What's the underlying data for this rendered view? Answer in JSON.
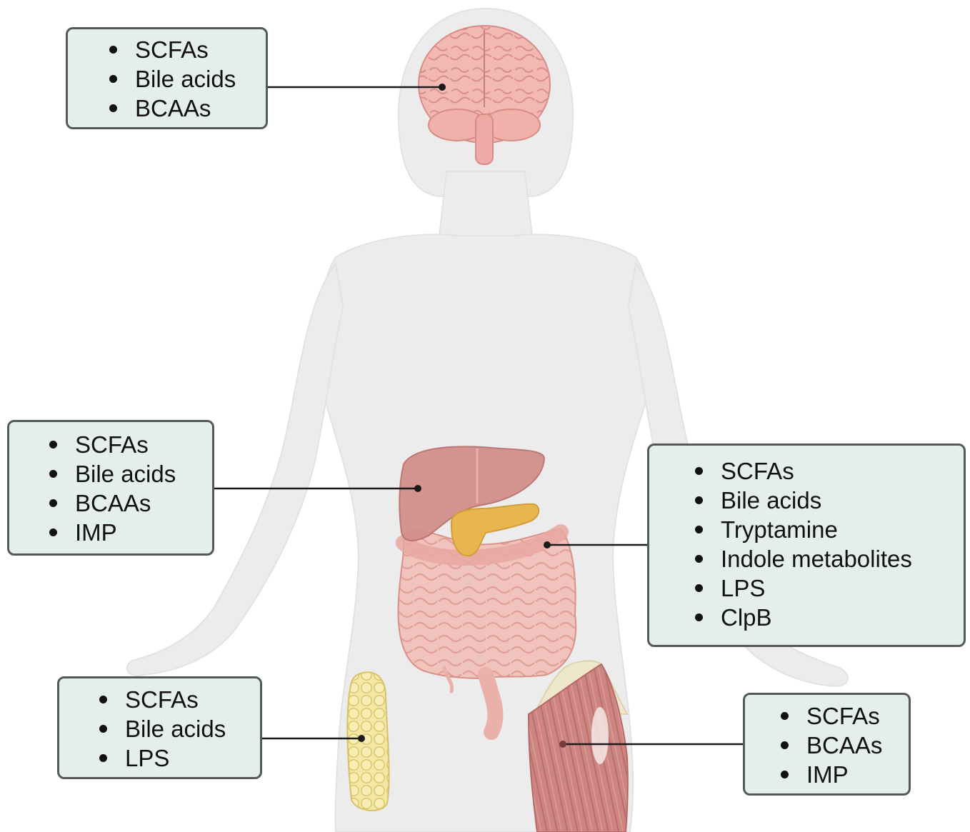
{
  "figure": {
    "colors": {
      "body_silhouette": "#ececec",
      "organ_pink": "#e8a6a3",
      "liver": "#cf8a86",
      "pancreas": "#e8b64f",
      "adipose": "#f3e59a",
      "muscle": "#c9807c",
      "box_fill": "#e4efed",
      "box_border": "#54595b",
      "connector": "#1a1a1a"
    },
    "organs": [
      {
        "id": "brain",
        "icon": "brain-icon",
        "metabolites": [
          "SCFAs",
          "Bile acids",
          "BCAAs"
        ]
      },
      {
        "id": "liver",
        "icon": "liver-icon",
        "metabolites": [
          "SCFAs",
          "Bile acids",
          "BCAAs",
          "IMP"
        ]
      },
      {
        "id": "gut",
        "icon": "intestine-icon",
        "metabolites": [
          "SCFAs",
          "Bile acids",
          "Tryptamine",
          "Indole metabolites",
          "LPS",
          "ClpB"
        ]
      },
      {
        "id": "adipose",
        "icon": "adipose-tissue-icon",
        "metabolites": [
          "SCFAs",
          "Bile acids",
          "LPS"
        ]
      },
      {
        "id": "muscle",
        "icon": "skeletal-muscle-icon",
        "metabolites": [
          "SCFAs",
          "BCAAs",
          "IMP"
        ]
      }
    ]
  }
}
